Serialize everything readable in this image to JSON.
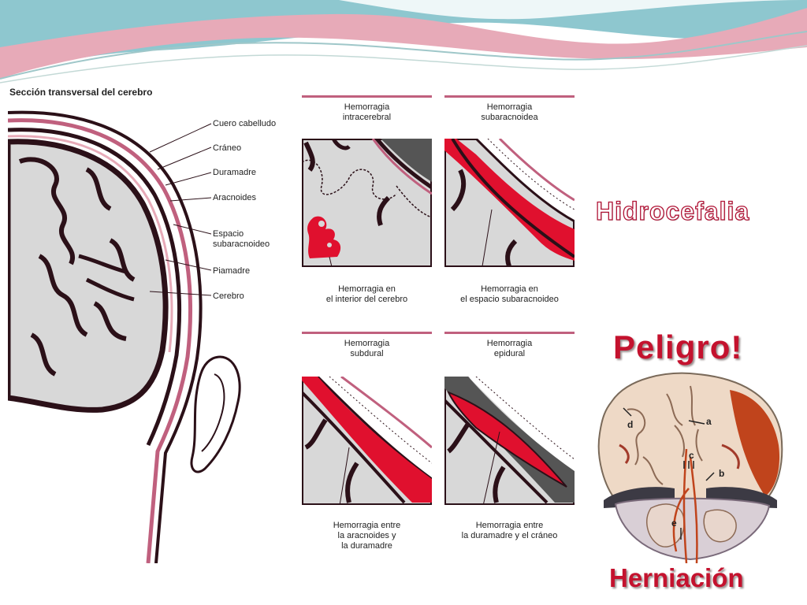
{
  "slide": {
    "title_hidrocefalia": "Hidrocefalia",
    "title_peligro": "Peligro!",
    "title_herniacion": "Herniación"
  },
  "cross_section": {
    "title": "Sección transversal del cerebro",
    "labels": [
      "Cuero cabelludo",
      "Cráneo",
      "Duramadre",
      "Aracnoides",
      "Espacio subaracnoideo",
      "Piamadre",
      "Cerebro"
    ]
  },
  "panels": [
    {
      "title": [
        "Hemorragia",
        "intracerebral"
      ],
      "caption": [
        "Hemorragia en",
        "el interior del cerebro"
      ]
    },
    {
      "title": [
        "Hemorragia",
        "subaracnoidea"
      ],
      "caption": [
        "Hemorragia en",
        "el espacio subaracnoideo"
      ]
    },
    {
      "title": [
        "Hemorragia",
        "subdural"
      ],
      "caption": [
        "Hemorragia entre",
        "la aracnoides y",
        "la duramadre"
      ]
    },
    {
      "title": [
        "Hemorragia",
        "epidural"
      ],
      "caption": [
        "Hemorragia entre",
        "la duramadre y el cráneo"
      ]
    }
  ],
  "herniation_labels": [
    "a",
    "b",
    "c",
    "d",
    "e"
  ],
  "colors": {
    "blood": "#e0102e",
    "tissue_fill": "#d8d8d8",
    "outline": "#2b1018",
    "membrane": "#c0607e",
    "title_red": "#c4122e",
    "hematoma": "#c0441c"
  }
}
